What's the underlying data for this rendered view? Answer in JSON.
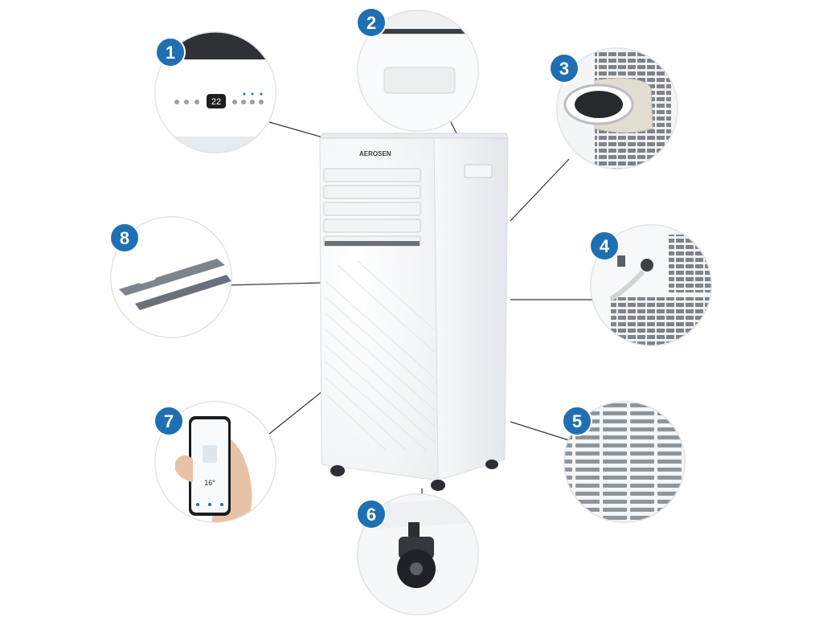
{
  "brand": "AEROSEN",
  "display_value": "22",
  "app_temperature": "16°",
  "callouts": [
    {
      "number": "1",
      "subject": "control-panel"
    },
    {
      "number": "2",
      "subject": "top-handle"
    },
    {
      "number": "3",
      "subject": "exhaust-hose"
    },
    {
      "number": "4",
      "subject": "rear-drain"
    },
    {
      "number": "5",
      "subject": "filter-grille"
    },
    {
      "number": "6",
      "subject": "caster-wheel"
    },
    {
      "number": "7",
      "subject": "smartphone-app"
    },
    {
      "number": "8",
      "subject": "window-kit"
    }
  ],
  "colors": {
    "badge": "#1f6fb2",
    "badge_text": "#ffffff",
    "unit_body": "#ffffff",
    "unit_outline": "#d9dde2",
    "grille": "#9aa0a6",
    "leader_line": "#333333",
    "circle_shadow": "#c8cdd2"
  }
}
